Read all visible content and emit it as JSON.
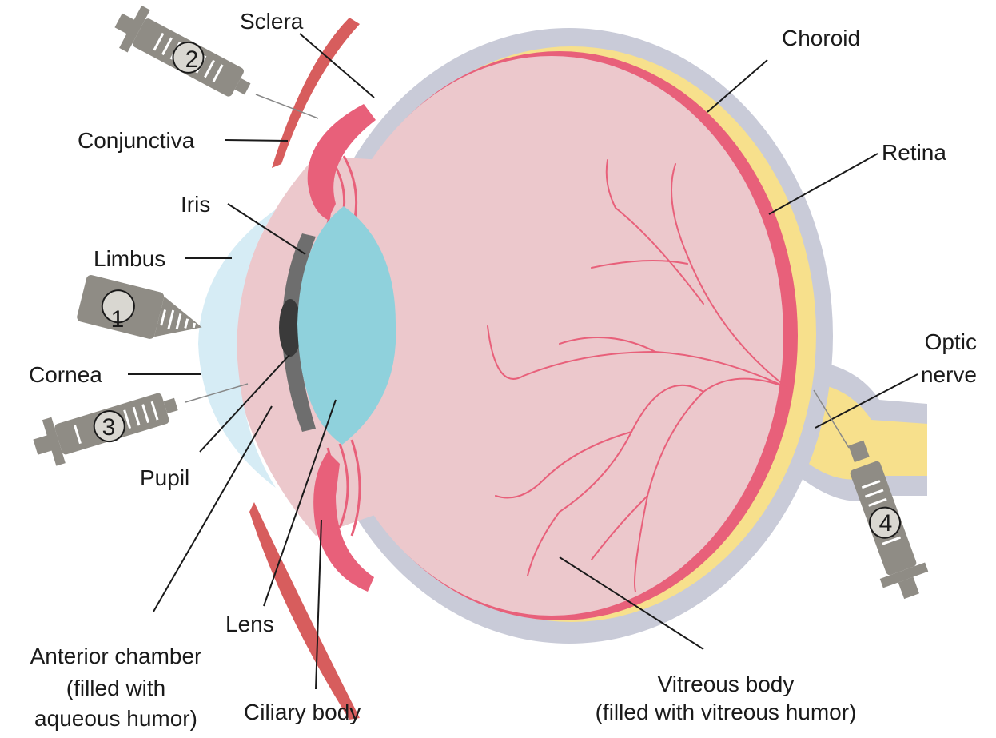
{
  "labels": {
    "sclera": "Sclera",
    "choroid": "Choroid",
    "conjunctiva": "Conjunctiva",
    "retina": "Retina",
    "iris": "Iris",
    "limbus": "Limbus",
    "optic_line1": "Optic",
    "optic_line2": "nerve",
    "cornea": "Cornea",
    "pupil": "Pupil",
    "lens": "Lens",
    "anterior_line1": "Anterior chamber",
    "anterior_line2": "(filled with",
    "anterior_line3": "aqueous humor)",
    "ciliary": "Ciliary body",
    "vitreous_line1": "Vitreous body",
    "vitreous_line2": "(filled with vitreous humor)"
  },
  "markers": {
    "m1": "1",
    "m2": "2",
    "m3": "3",
    "m4": "4"
  },
  "colors": {
    "sclera": "#c9cbd8",
    "choroid": "#f7e08c",
    "retina": "#e8607a",
    "vitreous": "#ecc8cc",
    "lens": "#8fd1dc",
    "cornea": "#d6ecf5",
    "iris": "#6e6e6e",
    "pupil": "#3a3a3a",
    "conjunctiva": "#d75d5d",
    "needle": "#8f8c85",
    "vessel": "#e8607a"
  },
  "icons": {
    "injection_1": "topical-drop-icon",
    "injection_2": "syringe-icon",
    "injection_3": "syringe-icon",
    "injection_4": "syringe-icon"
  }
}
